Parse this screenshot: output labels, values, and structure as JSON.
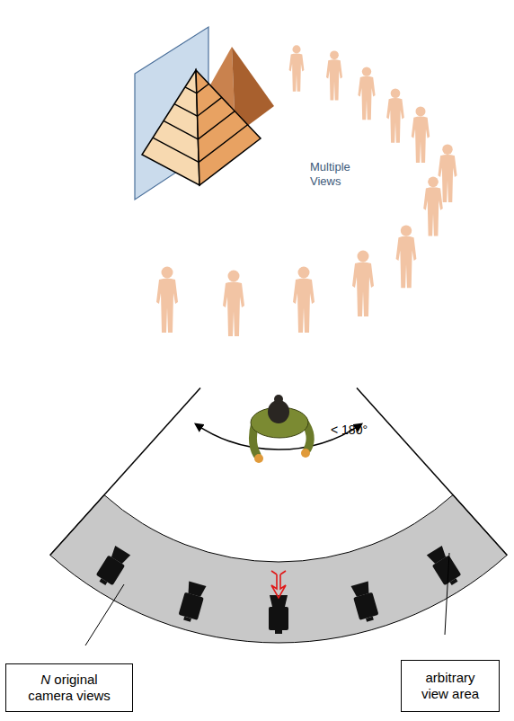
{
  "diagram": {
    "nodes": [
      {
        "text": [
          "N original camera views"
        ]
      },
      {
        "text": [
          "arbitrary view area"
        ]
      }
    ],
    "labels": [
      "Multiple Views",
      "< 180°"
    ]
  }
}
